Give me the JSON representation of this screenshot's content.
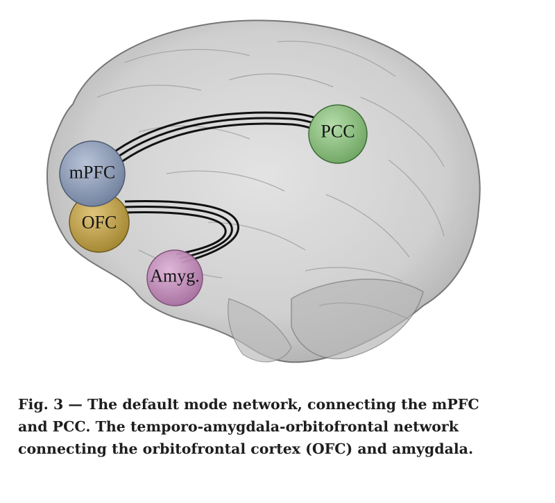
{
  "nodes": {
    "mpfc": {
      "label": "mPFC",
      "color": "#8a9bb8"
    },
    "pcc": {
      "label": "PCC",
      "color": "#8fc283"
    },
    "ofc": {
      "label": "OFC",
      "color": "#c7a650"
    },
    "amyg": {
      "label": "Amyg.",
      "color": "#c98ec1"
    }
  },
  "colors": {
    "brain_fill": "#cfcfcf",
    "brain_outline": "#6f6f6f",
    "connection": "#111111"
  },
  "caption": {
    "line1": "Fig. 3 — The default mode network, connecting the mPFC",
    "line2": "and PCC. The temporo-amygdala-orbitofrontal network",
    "line3": "connecting the orbitofrontal cortex (OFC) and amygdala."
  }
}
